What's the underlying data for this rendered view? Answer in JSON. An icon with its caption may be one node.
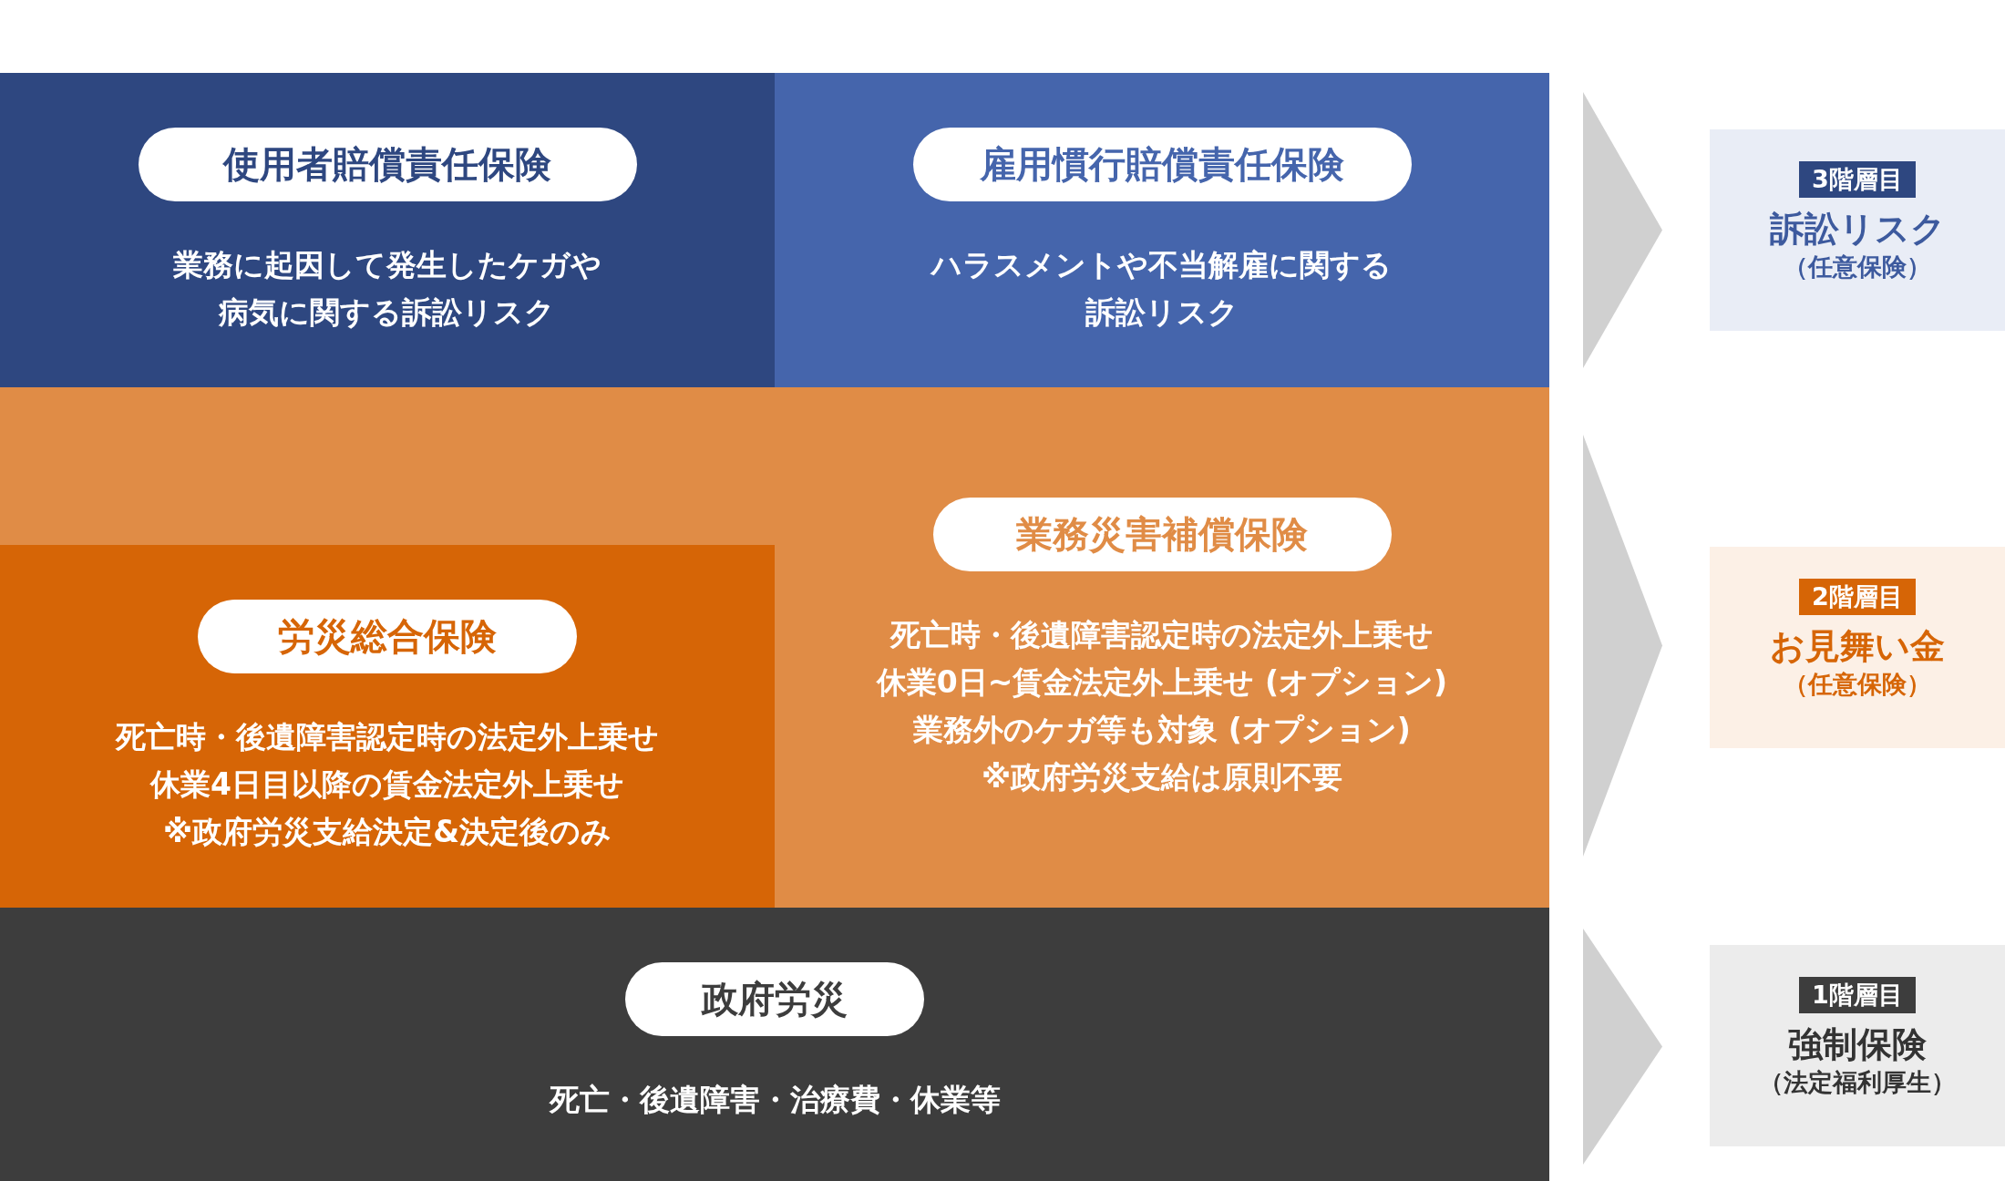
{
  "diagram": {
    "nodes": [
      {
        "text": [
          "使用者賠償責任保険",
          "業務に起因して発生したケガや病気に関する訴訟リスク"
        ]
      },
      {
        "text": [
          "雇用慣行賠償責任保険",
          "ハラスメントや不当解雇に関する訴訟リスク"
        ]
      },
      {
        "text": [
          "業務災害補償保険",
          "死亡時・後遺障害認定時の法定外上乗せ",
          "休業0日~賃金法定外上乗せ (オプション)",
          "業務外のケガ等も対象 (オプション)",
          "※政府労災支給は原則不要"
        ]
      },
      {
        "text": [
          "労災総合保険",
          "死亡時・後遺障害認定時の法定外上乗せ",
          "休業4日目以降の賃金法定外上乗せ",
          "※政府労災支給決定&決定後のみ"
        ],
        "in": 2
      },
      {
        "text": [
          "政府労災",
          "死亡・後遺障害・治療費・休業等"
        ]
      },
      {
        "text": [
          "3階層目",
          "訴訟リスク",
          "（任意保険）"
        ]
      },
      {
        "text": [
          "2階層目",
          "お見舞い金",
          "（任意保険）"
        ]
      },
      {
        "text": [
          "1階層目",
          "強制保険",
          "（法定福利厚生）"
        ]
      }
    ],
    "edges": [
      {
        "from": 1,
        "to": 5,
        "arrow": "to"
      },
      {
        "from": 2,
        "to": 6,
        "arrow": "to"
      },
      {
        "from": 4,
        "to": 7,
        "arrow": "to"
      }
    ]
  }
}
